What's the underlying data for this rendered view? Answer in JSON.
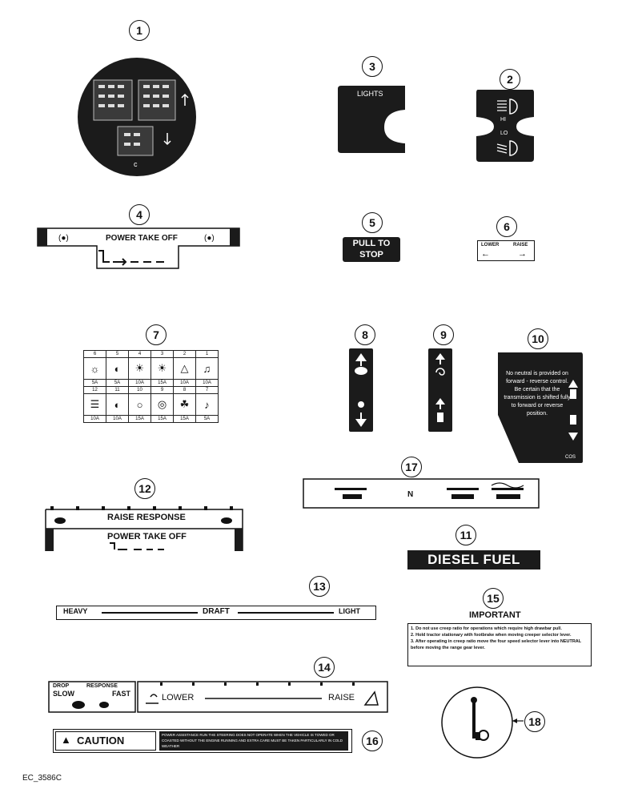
{
  "callouts": [
    "1",
    "2",
    "3",
    "4",
    "5",
    "6",
    "7",
    "8",
    "9",
    "10",
    "11",
    "12",
    "13",
    "14",
    "15",
    "16",
    "17",
    "18"
  ],
  "decal3": {
    "text": "LIGHTS"
  },
  "decal2": {
    "hi": "HI",
    "lo": "LO"
  },
  "decal4": {
    "title": "POWER TAKE OFF"
  },
  "decal5": {
    "line1": "PULL TO",
    "line2": "STOP"
  },
  "decal6": {
    "lower": "LOWER",
    "raise": "RAISE"
  },
  "decal7": {
    "top_numbers": [
      "6",
      "5",
      "4",
      "3",
      "2",
      "1"
    ],
    "top_ratings": [
      "5A",
      "5A",
      "10A",
      "15A",
      "10A",
      "10A"
    ],
    "bottom_numbers": [
      "12",
      "11",
      "10",
      "9",
      "8",
      "7"
    ],
    "bottom_ratings": [
      "10A",
      "10A",
      "15A",
      "15A",
      "15A",
      "5A"
    ]
  },
  "decal10": {
    "text": "No neutral is provided on forward - reverse control. Be certain that the transmission is shifted fully to forward or reverse position.",
    "code": "COS"
  },
  "decal11": {
    "text": "DIESEL FUEL"
  },
  "decal12": {
    "title1": "RAISE RESPONSE",
    "title2": "POWER TAKE OFF"
  },
  "decal13": {
    "left": "HEAVY",
    "center": "DRAFT",
    "right": "LIGHT"
  },
  "decal14": {
    "drop": "DROP",
    "slow": "SLOW",
    "response": "RESPONSE",
    "fast": "FAST",
    "lower": "LOWER",
    "raise": "RAISE"
  },
  "decal15": {
    "title": "IMPORTANT",
    "items": [
      "1. Do not use creep ratio for operations which require high drawbar pull.",
      "2. Hold tractor stationary with footbrake when moving creeper selector lever.",
      "3. After operating in creep ratio move the four speed selector lever into NEUTRAL before moving the range gear lever."
    ]
  },
  "decal16": {
    "caution": "CAUTION",
    "text": "POWER ASSISTANCE RUN THE STEERING DOES NOT OPERATE WHEN THE VEHICLE IS TOWED OR COASTED WITHOUT THE ENGINE RUNNING AND EXTRA CARE MUST BE TAKEN PARTICULARLY IN COLD WEATHER"
  },
  "decal17": {
    "n": "N"
  },
  "footer": {
    "code": "EC_3586C"
  }
}
